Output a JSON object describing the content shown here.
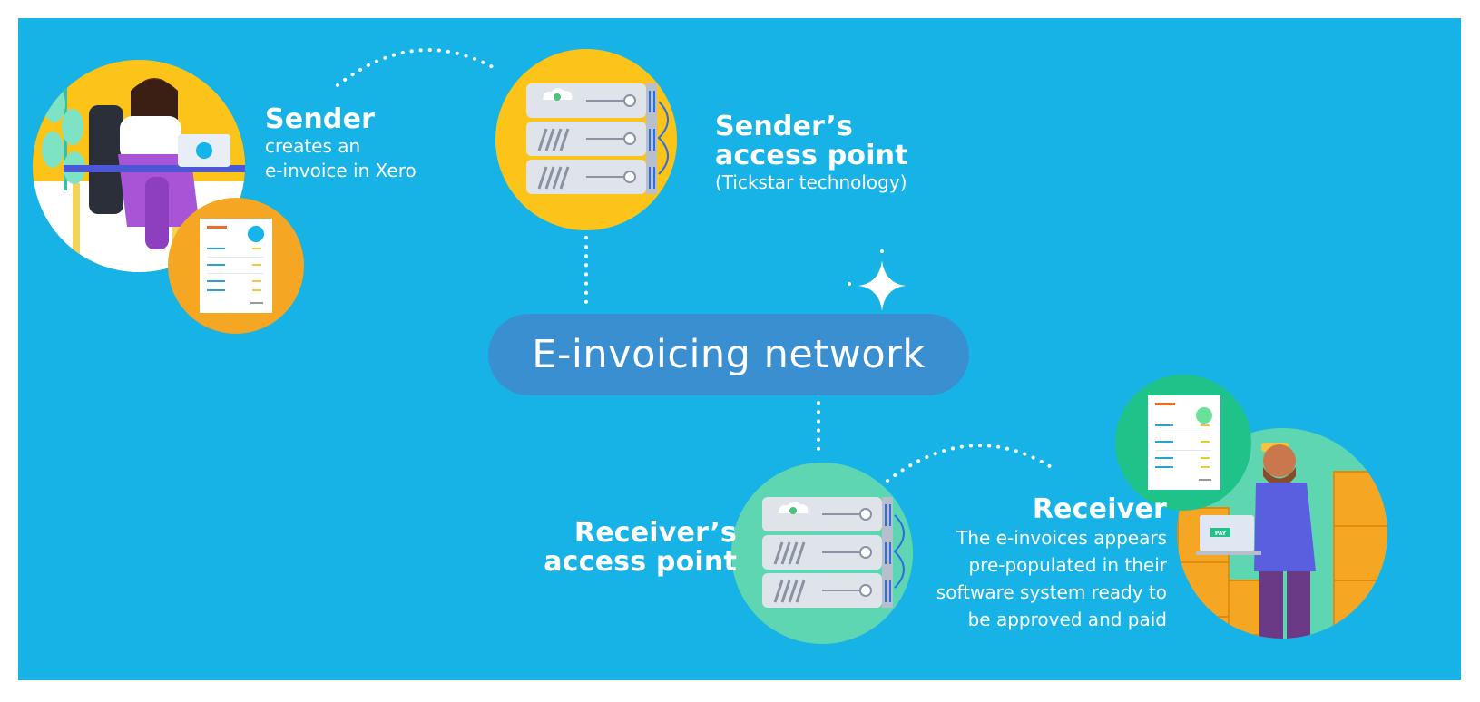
{
  "network": {
    "label": "E-invoicing network"
  },
  "sender": {
    "title": "Sender",
    "line1": "creates an",
    "line2": "e-invoice in Xero",
    "doc_logo": "xero"
  },
  "sender_access_point": {
    "title_line1": "Sender’s",
    "title_line2": "access point",
    "subtitle": "(Tickstar technology)"
  },
  "receiver_access_point": {
    "title_line1": "Receiver’s",
    "title_line2": "access point"
  },
  "receiver": {
    "title": "Receiver",
    "lines": [
      "The e-invoices appears",
      "pre-populated in their",
      "software system ready to",
      "be approved and paid"
    ],
    "laptop_button": "PAY"
  },
  "colors": {
    "background": "#17b3e6",
    "pill": "#3a8fd1",
    "sender_circle": "#fcc419",
    "receiver_circle": "#5fd6b2",
    "doc_circle_sender": "#f5a623",
    "doc_circle_receiver": "#1fc38a"
  }
}
